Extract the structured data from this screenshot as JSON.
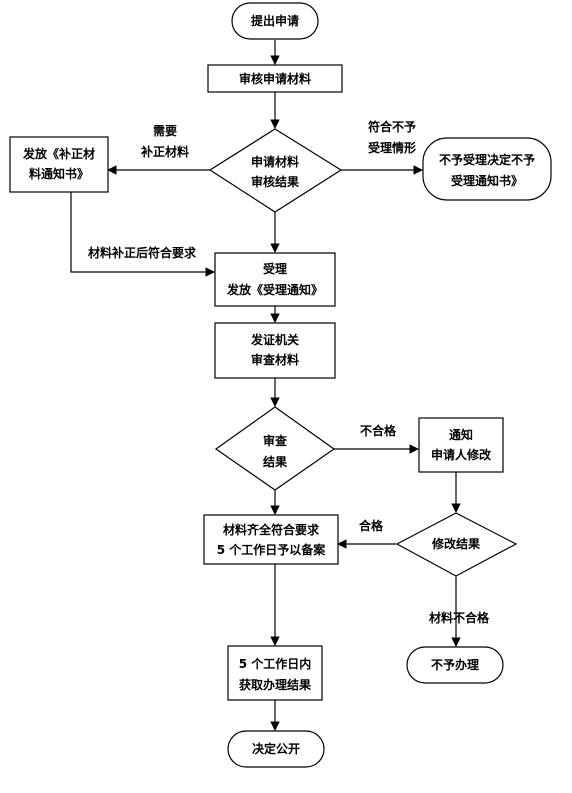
{
  "nodes": {
    "submit": "提出申请",
    "review_material": "审核申请材料",
    "review_result": [
      "申请材料",
      "审核结果"
    ],
    "supplement_notice": [
      "发放《补正材",
      "料通知书》"
    ],
    "reject_notice": [
      "不予受理决定不予",
      "受理通知书》"
    ],
    "accept": [
      "受理",
      "发放《受理通知》"
    ],
    "authority_review": [
      "发证机关",
      "审查材料"
    ],
    "check_result": [
      "审查",
      "结果"
    ],
    "notify_modify": [
      "通知",
      "申请人修改"
    ],
    "filing": [
      "材料齐全符合要求",
      "5 个工作日予以备案"
    ],
    "modify_result": "修改结果",
    "get_result": [
      "5 个工作日内",
      "获取办理结果"
    ],
    "not_handled": "不予办理",
    "publish": "决定公开"
  },
  "edge_labels": {
    "need_supplement": [
      "需要",
      "补正材料"
    ],
    "not_accept": [
      "符合不予",
      "受理情形"
    ],
    "supplemented": "材料补正后符合要求",
    "unqualified": "不合格",
    "qualified": "合格",
    "material_unqualified": "材料不合格"
  }
}
